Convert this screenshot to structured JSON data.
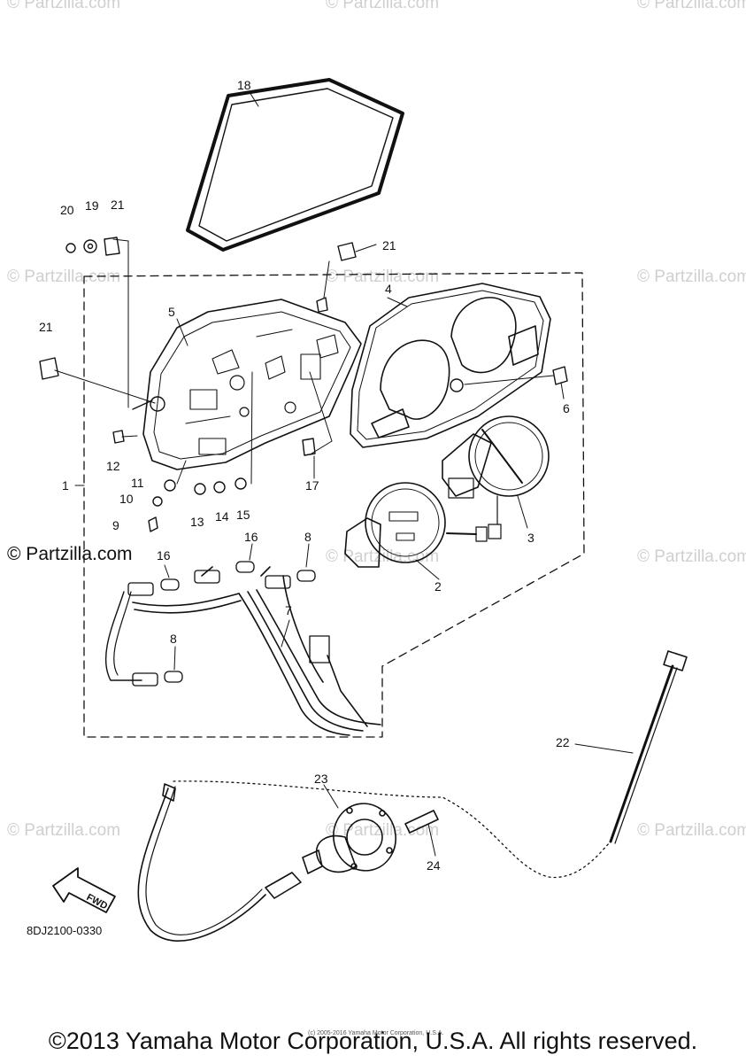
{
  "watermarks": {
    "text": "© Partzilla.com",
    "prominent": "© Partzilla.com"
  },
  "callouts": [
    "1",
    "2",
    "3",
    "4",
    "5",
    "6",
    "7",
    "8",
    "8",
    "9",
    "10",
    "11",
    "12",
    "13",
    "14",
    "15",
    "16",
    "16",
    "17",
    "18",
    "19",
    "20",
    "21",
    "21",
    "21",
    "22",
    "23",
    "24"
  ],
  "fwd_label": "FWD",
  "diagram_code": "8DJ2100-0330",
  "small_copyright": "(c) 2005-2016 Yamaha Motor Corporation, U.S.A.",
  "footer": "©2013 Yamaha Motor Corporation, U.S.A. All rights reserved."
}
